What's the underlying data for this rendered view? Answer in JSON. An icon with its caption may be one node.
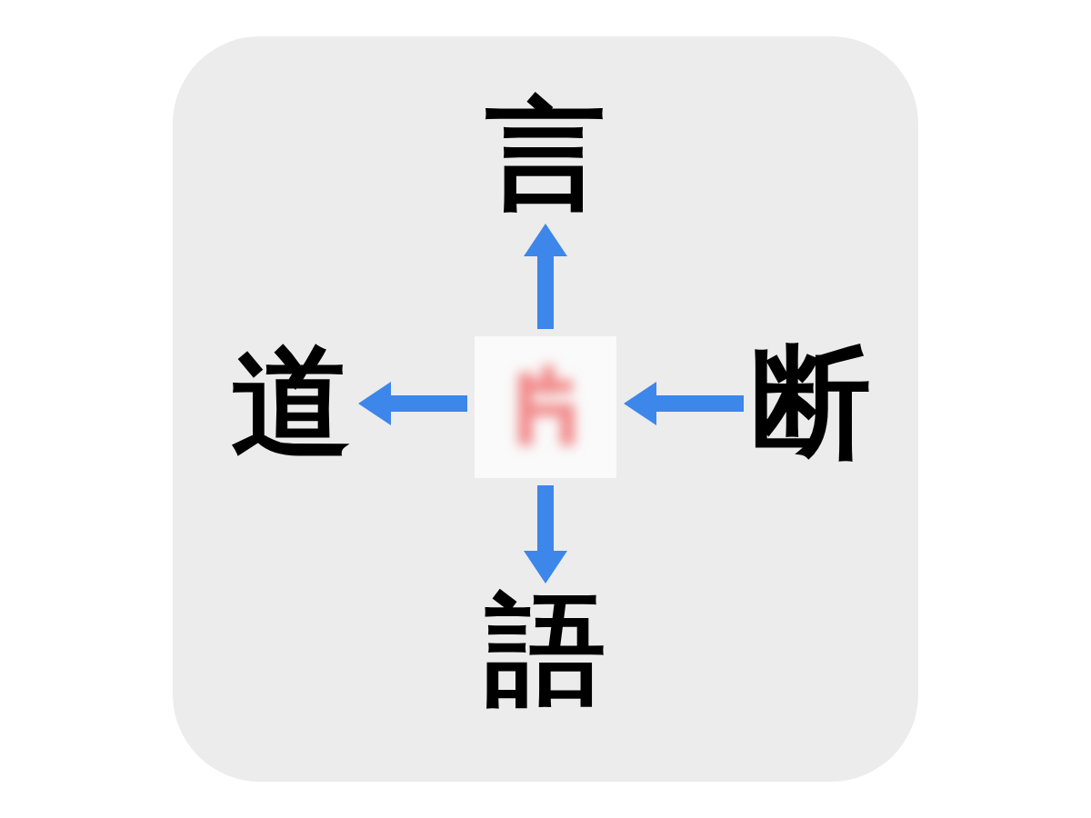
{
  "diagram": {
    "nodes": [
      {
        "text": [
          "言"
        ]
      },
      {
        "text": [
          "道"
        ]
      },
      {
        "text": [],
        "shape": "box"
      },
      {
        "text": [
          "断"
        ]
      },
      {
        "text": [
          "語"
        ]
      }
    ],
    "edges": [
      {
        "from": 2,
        "to": 0,
        "arrow": "to"
      },
      {
        "from": 2,
        "to": 1,
        "arrow": "to"
      },
      {
        "from": 3,
        "to": 2,
        "arrow": "to"
      },
      {
        "from": 2,
        "to": 4,
        "arrow": "to"
      }
    ]
  }
}
